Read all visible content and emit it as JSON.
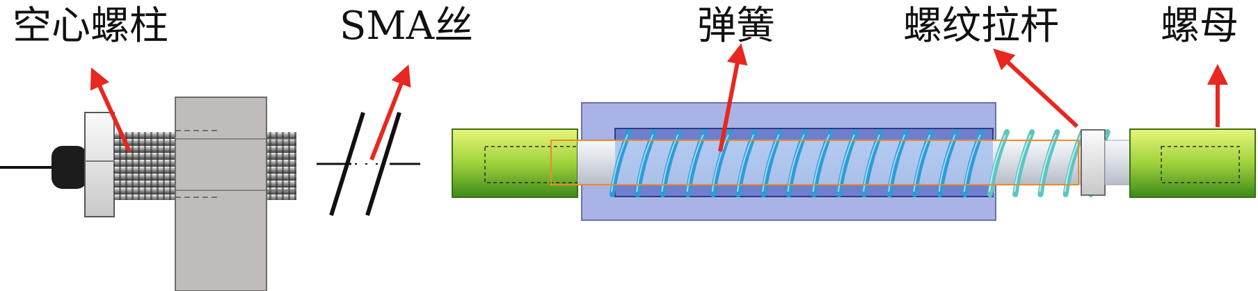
{
  "labels": {
    "hollow_stud": "空心螺柱",
    "sma_wire": "SMA丝",
    "spring": "弹簧",
    "threaded_rod": "螺纹拉杆",
    "nut": "螺母"
  },
  "colors": {
    "arrow": "#e8271f",
    "housing": "#c0bcbb",
    "sleeve": "#a9b3e6",
    "spring_coil": "#2f9bd8",
    "end_cap": "#76c12c",
    "guide_line": "#ee8a26"
  }
}
